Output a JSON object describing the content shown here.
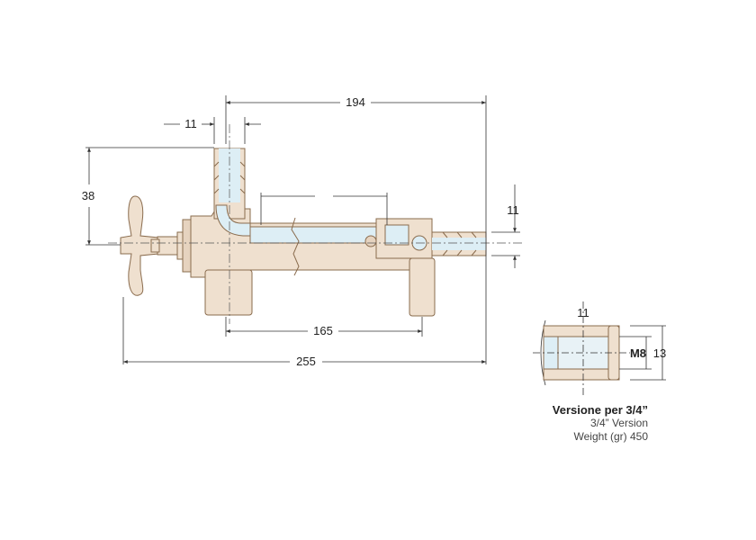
{
  "dimensions": {
    "top_length": "194",
    "hose_width": "11",
    "height_left": "38",
    "outlet_width": "11",
    "base_span": "165",
    "overall_length": "255"
  },
  "detail": {
    "inner_width": "11",
    "thread": "M8",
    "outer_width": "13"
  },
  "caption": {
    "line1": "Versione per 3/4”",
    "line2": "3/4” Version",
    "line3": "Weight (gr) 450"
  },
  "colors": {
    "body_fill": "#efe0cf",
    "body_stroke": "#8a6c4e",
    "glass_fill": "#ddeef5",
    "dim_line": "#333333"
  }
}
